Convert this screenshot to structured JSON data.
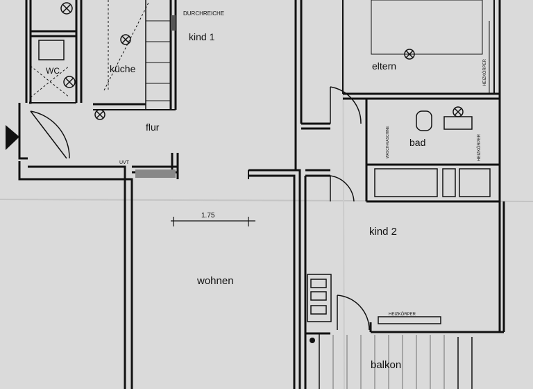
{
  "rooms": {
    "kind1": "kind 1",
    "eltern": "eltern",
    "wc": "WC",
    "kueche": "küche",
    "flur": "flur",
    "bad": "bad",
    "kind2": "kind 2",
    "wohnen": "wohnen",
    "balkon": "balkon"
  },
  "annotations": {
    "durchreiche": "DURCHREICHE",
    "dimension": "1.75",
    "uvt": "UVT",
    "heizkoerper_eltern": "HEIZKÖRPER",
    "heizkoerper_bad": "HEIZKÖRPER",
    "heizkoerper_balkon": "HEIZKÖRPER",
    "waschmaschine": "WASCH-MASCHINE"
  }
}
